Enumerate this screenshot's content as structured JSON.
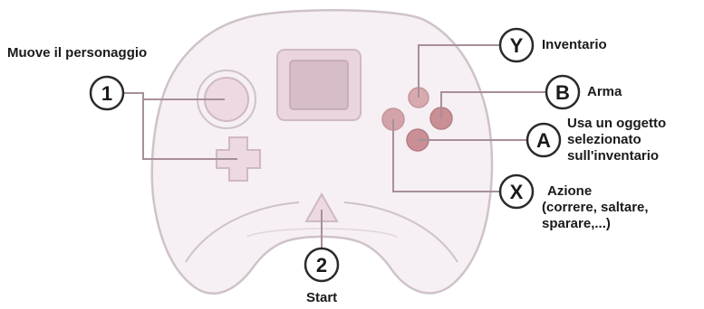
{
  "labels": {
    "move": "Muove il personaggio",
    "inventory": "Inventario",
    "weapon": "Arma",
    "use_item": [
      "Usa un oggetto",
      "selezionato",
      "sull'inventario"
    ],
    "action": [
      "Azione",
      "(correre, saltare,",
      "sparare,...)"
    ],
    "start": "Start"
  },
  "badges": {
    "one": "1",
    "two": "2",
    "y": "Y",
    "b": "B",
    "a": "A",
    "x": "X"
  },
  "colors": {
    "controller_fill": "#f6eff3",
    "controller_stroke": "#cfc2ca",
    "lcd_outer": "#ead5df",
    "lcd_inner": "#d6bdc9",
    "button_fill": "#c98f95",
    "dpad_fill": "#ecd9e2",
    "leader_line": "#a78f9a",
    "badge_stroke": "#2a2a2a",
    "text": "#1a1a1a"
  }
}
